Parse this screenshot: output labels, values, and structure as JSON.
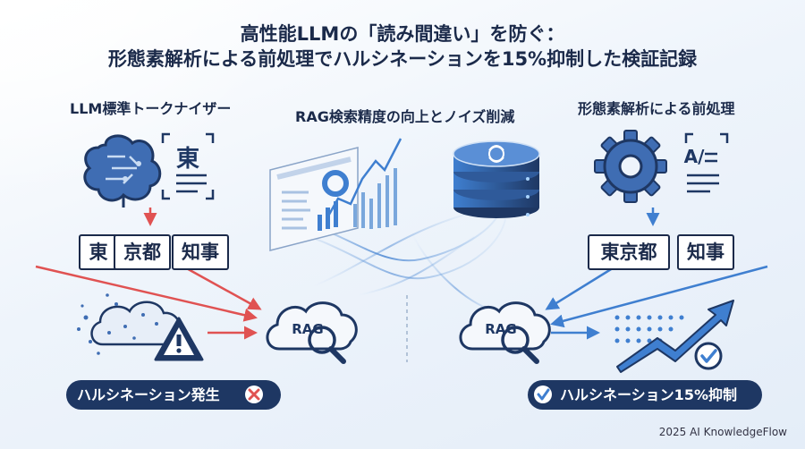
{
  "title_line1": "高性能LLMの「読み間違い」を防ぐ：",
  "title_line2": "形態素解析による前処理でハルシネーションを15%抑制した検証記録",
  "left": {
    "heading": "LLM標準トークナイザー",
    "icon_char": "東",
    "tokens": [
      "東",
      "京都",
      "知事"
    ],
    "result": "ハルシネーション発生"
  },
  "center": {
    "heading": "RAG検索精度の向上とノイズ削減",
    "rag_label": "RAG"
  },
  "right": {
    "heading": "形態素解析による前処理",
    "icon_text": "A/",
    "tokens": [
      "東京都",
      "知事"
    ],
    "result": "ハルシネーション15%抑制"
  },
  "footer": "2025 AI KnowledgeFlow",
  "colors": {
    "navy": "#1e3763",
    "red": "#e05252",
    "blue": "#3f7fd0",
    "lightblue": "#a9c9ee"
  }
}
